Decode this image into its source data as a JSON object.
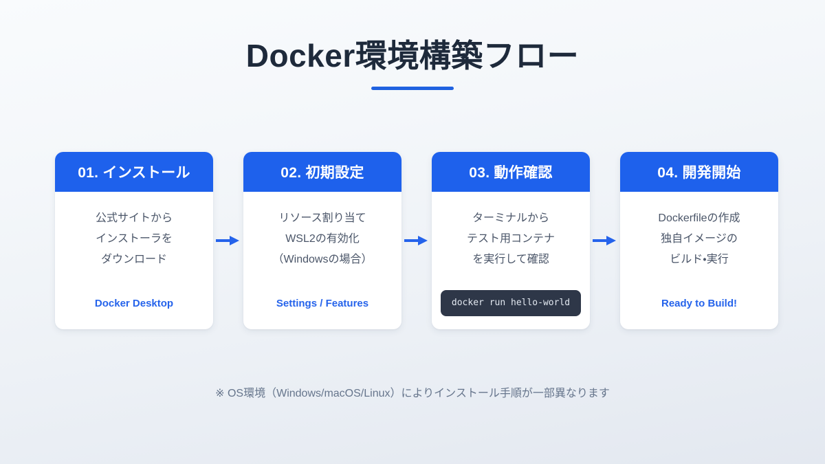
{
  "title": {
    "text": "Docker環境構築フロー",
    "underline_color": "#1f62e0"
  },
  "theme": {
    "accent": "#1e61ec",
    "link": "#2563eb",
    "body_text": "#4a5568",
    "title_text": "#1e2a3b",
    "code_bg": "#2e3748",
    "code_text": "#e2e8f0",
    "card_bg": "#ffffff",
    "background_top": "#f9fbfd",
    "background_bottom": "#e3e8f0"
  },
  "flow": {
    "arrow_label": "arrow-right",
    "steps": [
      {
        "header": "01. インストール",
        "lines": [
          "公式サイトから",
          "インストーラを",
          "ダウンロード"
        ],
        "footer": "Docker Desktop",
        "footer_type": "link"
      },
      {
        "header": "02. 初期設定",
        "lines": [
          "リソース割り当て",
          "WSL2の有効化",
          "（Windowsの場合）"
        ],
        "footer": "Settings / Features",
        "footer_type": "link"
      },
      {
        "header": "03. 動作確認",
        "lines": [
          "ターミナルから",
          "テスト用コンテナ",
          "を実行して確認"
        ],
        "footer": "docker run hello-world",
        "footer_type": "code"
      },
      {
        "header": "04. 開発開始",
        "lines": [
          "Dockerfileの作成",
          "独自イメージの",
          "ビルド・実行"
        ],
        "footer": "Ready to Build!",
        "footer_type": "link"
      }
    ]
  },
  "footnote": {
    "text": "※ OS環境（Windows/macOS/Linux）によりインストール手順が一部異なります"
  }
}
